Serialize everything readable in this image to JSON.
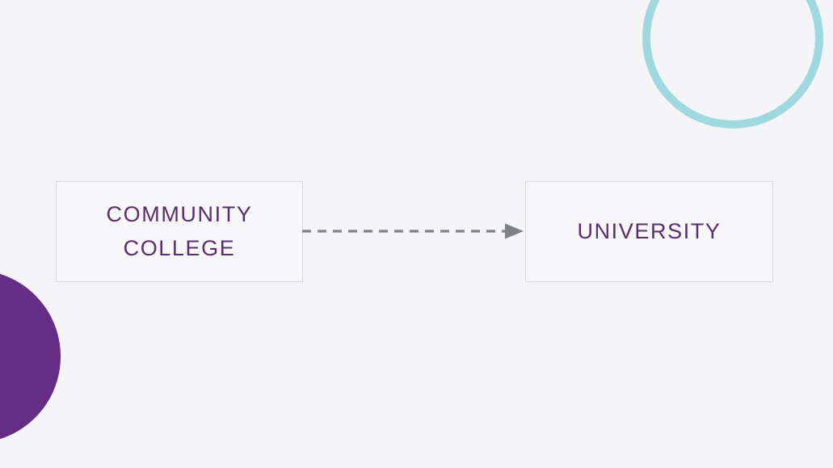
{
  "slide": {
    "background_color": "#f5f4f6",
    "nodes": [
      {
        "id": "community-college",
        "label": "COMMUNITY\nCOLLEGE",
        "text_color": "#5b2d70",
        "border_color": "#d8d5dd",
        "fill_color": "#f7f6f8"
      },
      {
        "id": "university",
        "label": "UNIVERSITY",
        "text_color": "#5b2d70",
        "border_color": "#d8d5dd",
        "fill_color": "#f7f6f8"
      }
    ],
    "connector": {
      "style": "dashed",
      "direction": "left-to-right",
      "color": "#808089",
      "from": "community-college",
      "to": "university"
    },
    "decorations": [
      {
        "id": "teal-ring",
        "shape": "circle-outline",
        "color": "#9ed9e0"
      },
      {
        "id": "purple-dot",
        "shape": "circle-filled",
        "color": "#652d86"
      }
    ]
  }
}
